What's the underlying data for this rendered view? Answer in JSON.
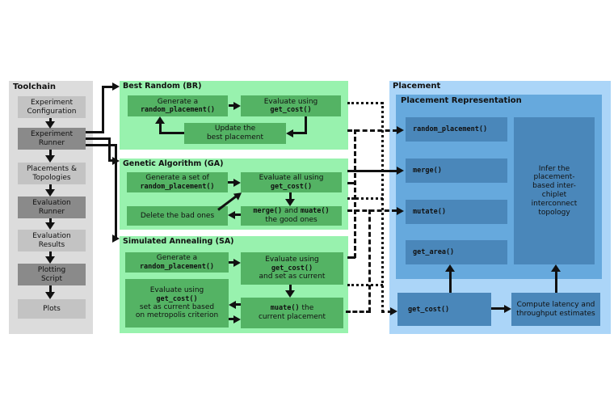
{
  "colors": {
    "green_light": "#98f2ae",
    "green_dark": "#54b364",
    "blue_light": "#abd5f8",
    "blue_mid": "#66a9dd",
    "blue_dark": "#4a87ba",
    "gray_panel": "#dcdcdc",
    "gray_light": "#c3c3c3",
    "gray_dark": "#8a8a8a",
    "line": "#111111"
  },
  "toolchain": {
    "title": "Toolchain",
    "items": [
      {
        "lines": [
          "Experiment",
          "Configuration"
        ]
      },
      {
        "lines": [
          "Experiment",
          "Runner"
        ]
      },
      {
        "lines": [
          "Placements &",
          "Topologies"
        ]
      },
      {
        "lines": [
          "Evaluation",
          "Runner"
        ]
      },
      {
        "lines": [
          "Evaluation",
          "Results"
        ]
      },
      {
        "lines": [
          "Plotting",
          "Script"
        ]
      },
      {
        "lines": [
          "Plots"
        ]
      }
    ]
  },
  "br": {
    "title": "Best Random (BR)",
    "generate": {
      "pre": "Generate a",
      "code": "random_placement()"
    },
    "evaluate": {
      "pre": "Evaluate using",
      "code": "get_cost()"
    },
    "update": {
      "line1": "Update the",
      "line2": "best placement"
    }
  },
  "ga": {
    "title": "Genetic Algorithm (GA)",
    "generate": {
      "pre": "Generate a set of",
      "code": "random_placement()"
    },
    "evaluate": {
      "pre": "Evaluate all using",
      "code": "get_cost()"
    },
    "merge_mutate": {
      "code1": "merge()",
      "mid": " and ",
      "code2": "muate()",
      "line2": "the good ones"
    },
    "delete": {
      "label": "Delete the bad ones"
    }
  },
  "sa": {
    "title": "Simulated Annealing (SA)",
    "generate": {
      "pre": "Generate a",
      "code": "random_placement()"
    },
    "evaluate_current": {
      "pre": "Evaluate using",
      "code": "get_cost()",
      "post": "and set as current"
    },
    "metropolis": {
      "pre": "Evaluate using",
      "code": "get_cost()",
      "post1": "set as current based",
      "post2": "on metropolis criterion"
    },
    "mutate_current": {
      "code": "muate()",
      "post": " the",
      "line2": "current placement"
    }
  },
  "placement": {
    "title": "Placement",
    "representation": {
      "title": "Placement Representation",
      "functions": [
        "random_placement()",
        "merge()",
        "mutate()",
        "get_area()"
      ],
      "infer": "Infer the placement-based inter-chiplet interconnect topology"
    },
    "get_cost": "get_cost()",
    "compute": "Compute latency and throughput estimates"
  },
  "connectors": [
    {
      "style": "solid",
      "from": "experiment-runner",
      "to": [
        "br",
        "ga",
        "sa"
      ]
    },
    {
      "style": "dotted",
      "from": [
        "br",
        "ga",
        "sa"
      ],
      "to": "get_cost()"
    },
    {
      "style": "dashed",
      "from": [
        "br",
        "ga",
        "sa"
      ],
      "to": "random_placement()"
    },
    {
      "style": "solid",
      "from": "ga",
      "to": "merge()"
    },
    {
      "style": "dashed",
      "from": [
        "ga",
        "sa"
      ],
      "to": "mutate()"
    }
  ]
}
